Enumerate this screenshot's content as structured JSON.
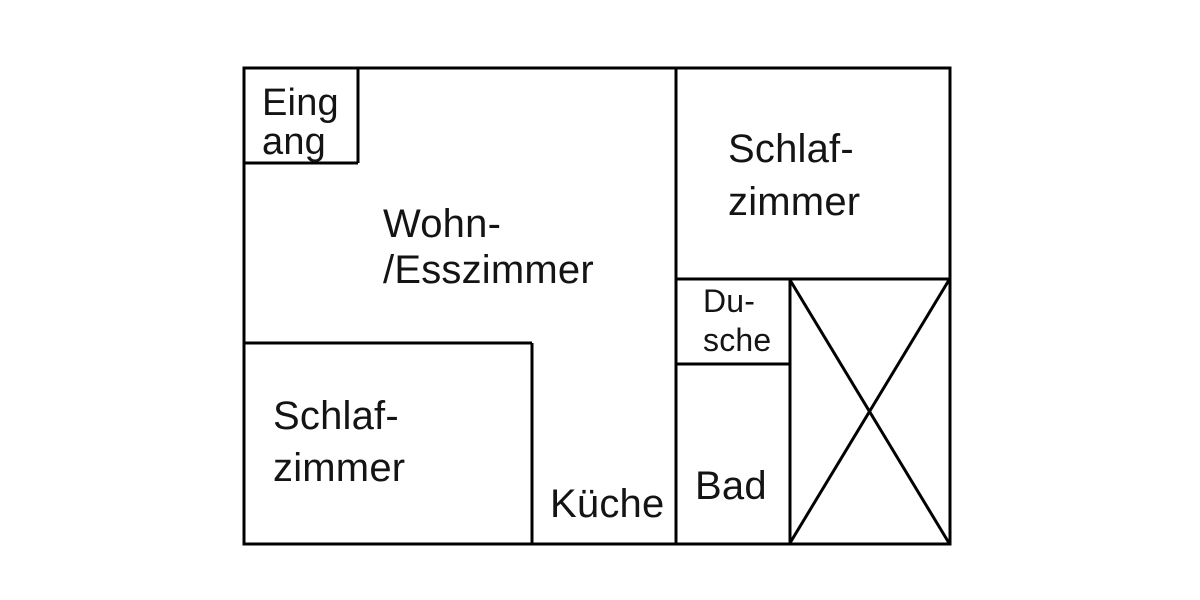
{
  "floorplan": {
    "background_color": "#ffffff",
    "wall_color": "#000000",
    "text_color": "#141414",
    "rooms": [
      {
        "name": "eingang",
        "label": "Eing\nang"
      },
      {
        "name": "wohn-esszimmer",
        "label": "Wohn-\n/Esszimmer"
      },
      {
        "name": "schlafzimmer-oben",
        "label": "Schlaf-\nzimmer"
      },
      {
        "name": "dusche",
        "label": "Du-\nsche"
      },
      {
        "name": "schlafzimmer-unten",
        "label": "Schlaf-\nzimmer"
      },
      {
        "name": "kueche",
        "label": "Küche"
      },
      {
        "name": "bad",
        "label": "Bad"
      }
    ],
    "crossed_area": {
      "name": "crossed-area",
      "label": ""
    }
  }
}
